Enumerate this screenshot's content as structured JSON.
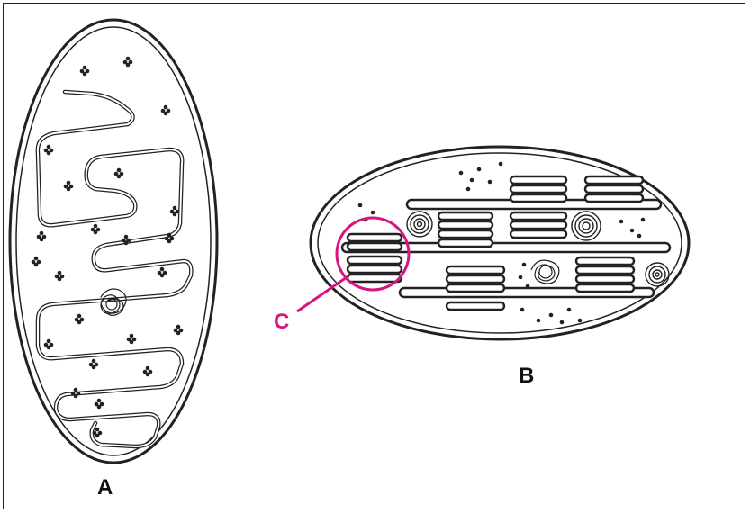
{
  "labels": {
    "a": "A",
    "b": "B",
    "c": "C"
  },
  "colors": {
    "line": "#222222",
    "highlight": "#d6157e",
    "background": "#ffffff"
  }
}
